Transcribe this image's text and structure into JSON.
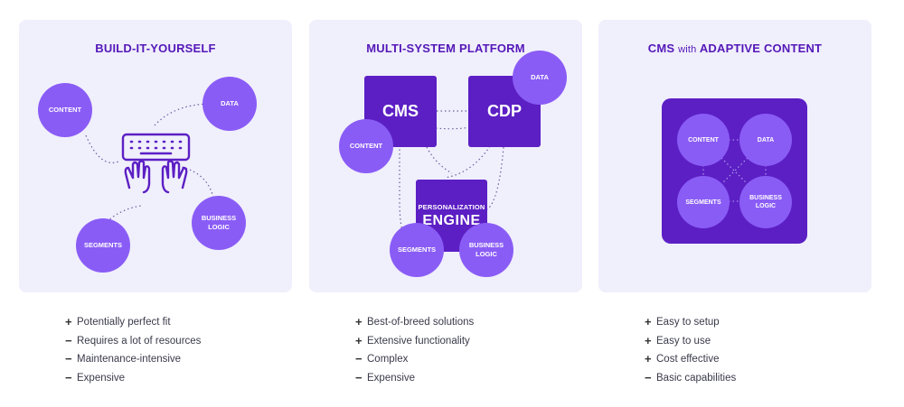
{
  "panels": [
    {
      "title": "BUILD-IT-YOURSELF",
      "nodes": {
        "content": "CONTENT",
        "data": "DATA",
        "segments": "SEGMENTS",
        "business_logic": "BUSINESS\nLOGIC"
      },
      "icon": "keyboard-hands-icon"
    },
    {
      "title": "MULTI-SYSTEM PLATFORM",
      "nodes": {
        "cms": "CMS",
        "cdp": "CDP",
        "data": "DATA",
        "content": "CONTENT",
        "engine_pre": "PERSONALIZATION",
        "engine": "ENGINE",
        "segments": "SEGMENTS",
        "business_logic": "BUSINESS\nLOGIC"
      }
    },
    {
      "title_cms": "CMS",
      "title_with": "with",
      "title_rest": "ADAPTIVE CONTENT",
      "nodes": {
        "content": "CONTENT",
        "data": "DATA",
        "segments": "SEGMENTS",
        "business_logic": "BUSINESS\nLOGIC"
      }
    }
  ],
  "lists": [
    [
      {
        "sign": "+",
        "text": "Potentially perfect fit"
      },
      {
        "sign": "−",
        "text": "Requires a lot of resources"
      },
      {
        "sign": "−",
        "text": "Maintenance-intensive"
      },
      {
        "sign": "−",
        "text": "Expensive"
      }
    ],
    [
      {
        "sign": "+",
        "text": "Best-of-breed solutions"
      },
      {
        "sign": "+",
        "text": "Extensive functionality"
      },
      {
        "sign": "−",
        "text": "Complex"
      },
      {
        "sign": "−",
        "text": "Expensive"
      }
    ],
    [
      {
        "sign": "+",
        "text": "Easy to setup"
      },
      {
        "sign": "+",
        "text": "Easy to use"
      },
      {
        "sign": "+",
        "text": "Cost effective"
      },
      {
        "sign": "−",
        "text": "Basic capabilities"
      }
    ]
  ],
  "colors": {
    "panel_bg": "#f0effc",
    "title": "#5418b8",
    "dark_purple": "#5c1fc4",
    "light_purple": "#8a5cf6",
    "dotted_line": "#6b5fa0"
  }
}
